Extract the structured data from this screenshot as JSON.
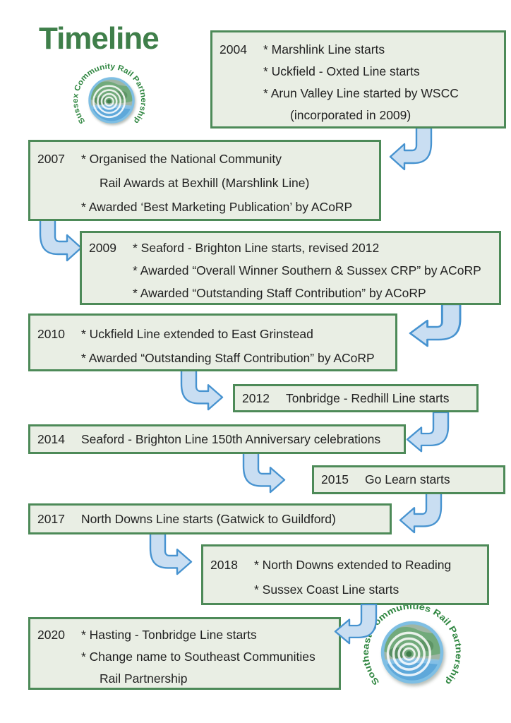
{
  "title": "Timeline",
  "logos": {
    "sussex": "Sussex Community Rail Partnership",
    "southeast": "Southeast Communities Rail Partnership"
  },
  "boxes": [
    {
      "year": "2004",
      "lines": [
        "* Marshlink Line starts",
        "* Uckfield - Oxted Line starts",
        "* Arun Valley Line started by WSCC",
        "(incorporated in 2009)"
      ]
    },
    {
      "year": "2007",
      "lines": [
        "* Organised the National Community",
        "Rail Awards at Bexhill (Marshlink Line)",
        "* Awarded ‘Best Marketing Publication’ by ACoRP"
      ]
    },
    {
      "year": "2009",
      "lines": [
        "* Seaford - Brighton Line starts, revised 2012",
        "* Awarded “Overall Winner Southern & Sussex CRP” by ACoRP",
        "* Awarded “Outstanding Staff Contribution” by ACoRP"
      ]
    },
    {
      "year": "2010",
      "lines": [
        "* Uckfield Line extended to East Grinstead",
        "* Awarded “Outstanding Staff Contribution” by ACoRP"
      ]
    },
    {
      "year": "2012",
      "lines": [
        "Tonbridge - Redhill Line starts"
      ]
    },
    {
      "year": "2014",
      "lines": [
        "Seaford - Brighton Line 150th Anniversary celebrations"
      ]
    },
    {
      "year": "2015",
      "lines": [
        "Go Learn starts"
      ]
    },
    {
      "year": "2017",
      "lines": [
        "North Downs Line starts (Gatwick to Guildford)"
      ]
    },
    {
      "year": "2018",
      "lines": [
        "* North Downs extended to Reading",
        "* Sussex Coast Line starts"
      ]
    },
    {
      "year": "2020",
      "lines": [
        "* Hasting - Tonbridge Line starts",
        "* Change name to Southeast Communities",
        "Rail Partnership"
      ]
    }
  ],
  "colors": {
    "box_fill": "#e9eee4",
    "box_border": "#4d8a58",
    "title_green": "#3f7f4a",
    "logo_text_green": "#2f8640",
    "arrow_fill": "#c9def2",
    "arrow_stroke": "#4793d0",
    "body_text": "#222222"
  }
}
